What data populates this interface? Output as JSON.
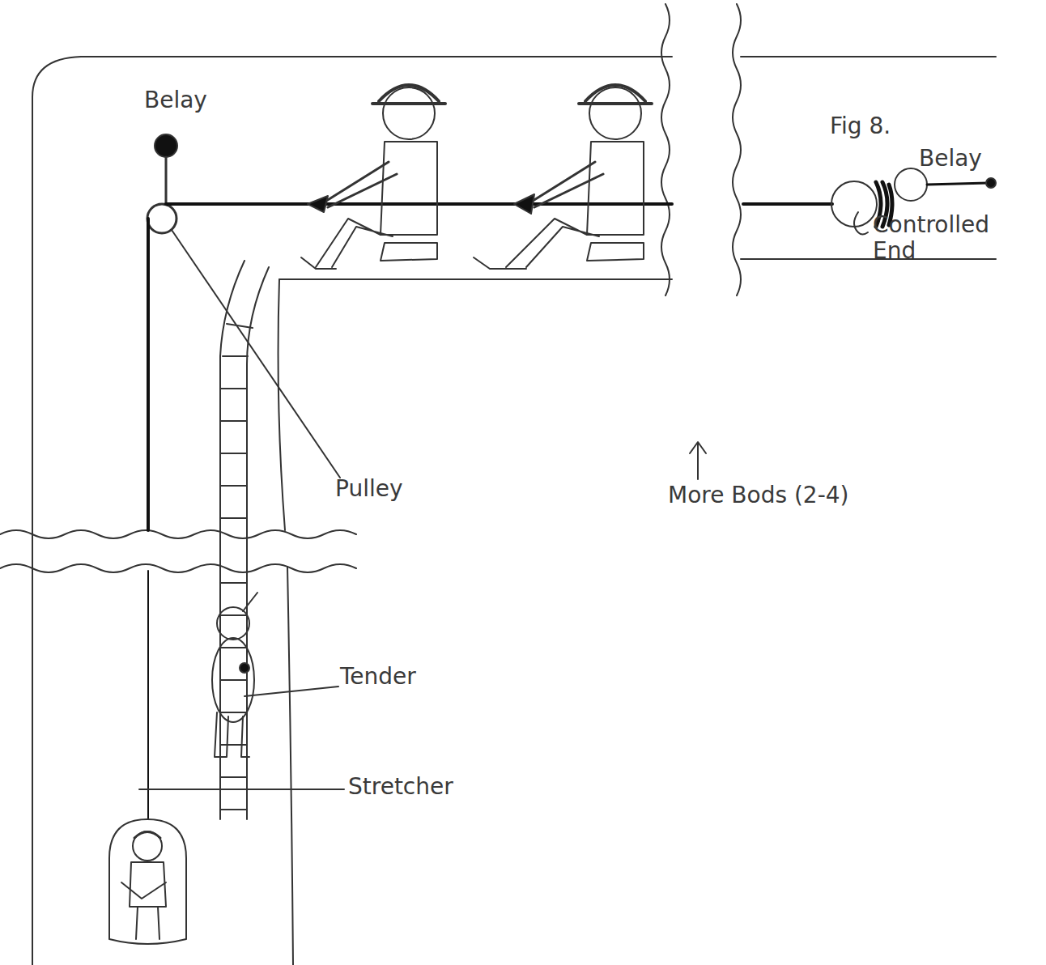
{
  "diagram": {
    "labels": [
      "Belay",
      "Fig 8.",
      "Belay",
      "Controlled End",
      "More Bods (2-4)",
      "Pulley",
      "Tender",
      "Stretcher"
    ]
  }
}
